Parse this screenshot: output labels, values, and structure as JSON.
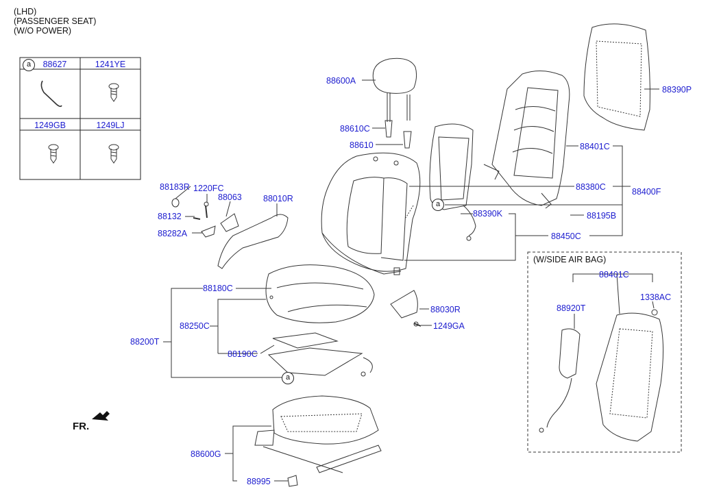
{
  "header": {
    "line1": "(LHD)",
    "line2": "(PASSENGER SEAT)",
    "line3": "(W/O POWER)"
  },
  "fastener_table": {
    "ref_mark": "a",
    "cells": [
      "88627",
      "1241YE",
      "1249GB",
      "1249LJ"
    ]
  },
  "callouts": {
    "c88600A": "88600A",
    "c88610C": "88610C",
    "c88610": "88610",
    "c88390P": "88390P",
    "c88401C": "88401C",
    "c88380C": "88380C",
    "c88400F": "88400F",
    "c88195B": "88195B",
    "c88390K": "88390K",
    "c88450C": "88450C",
    "c88183R": "88183R",
    "c1220FC": "1220FC",
    "c88063": "88063",
    "c88010R": "88010R",
    "c88132": "88132",
    "c88282A": "88282A",
    "c88180C": "88180C",
    "c88250C": "88250C",
    "c88200T": "88200T",
    "c88190C": "88190C",
    "c88030R": "88030R",
    "c1249GA": "1249GA",
    "c88600G": "88600G",
    "c88995": "88995"
  },
  "ref_mark": "a",
  "side_airbag": {
    "title": "(W/SIDE AIR BAG)",
    "c88401C": "88401C",
    "c88920T": "88920T",
    "c1338AC": "1338AC"
  },
  "direction": {
    "label": "FR."
  }
}
